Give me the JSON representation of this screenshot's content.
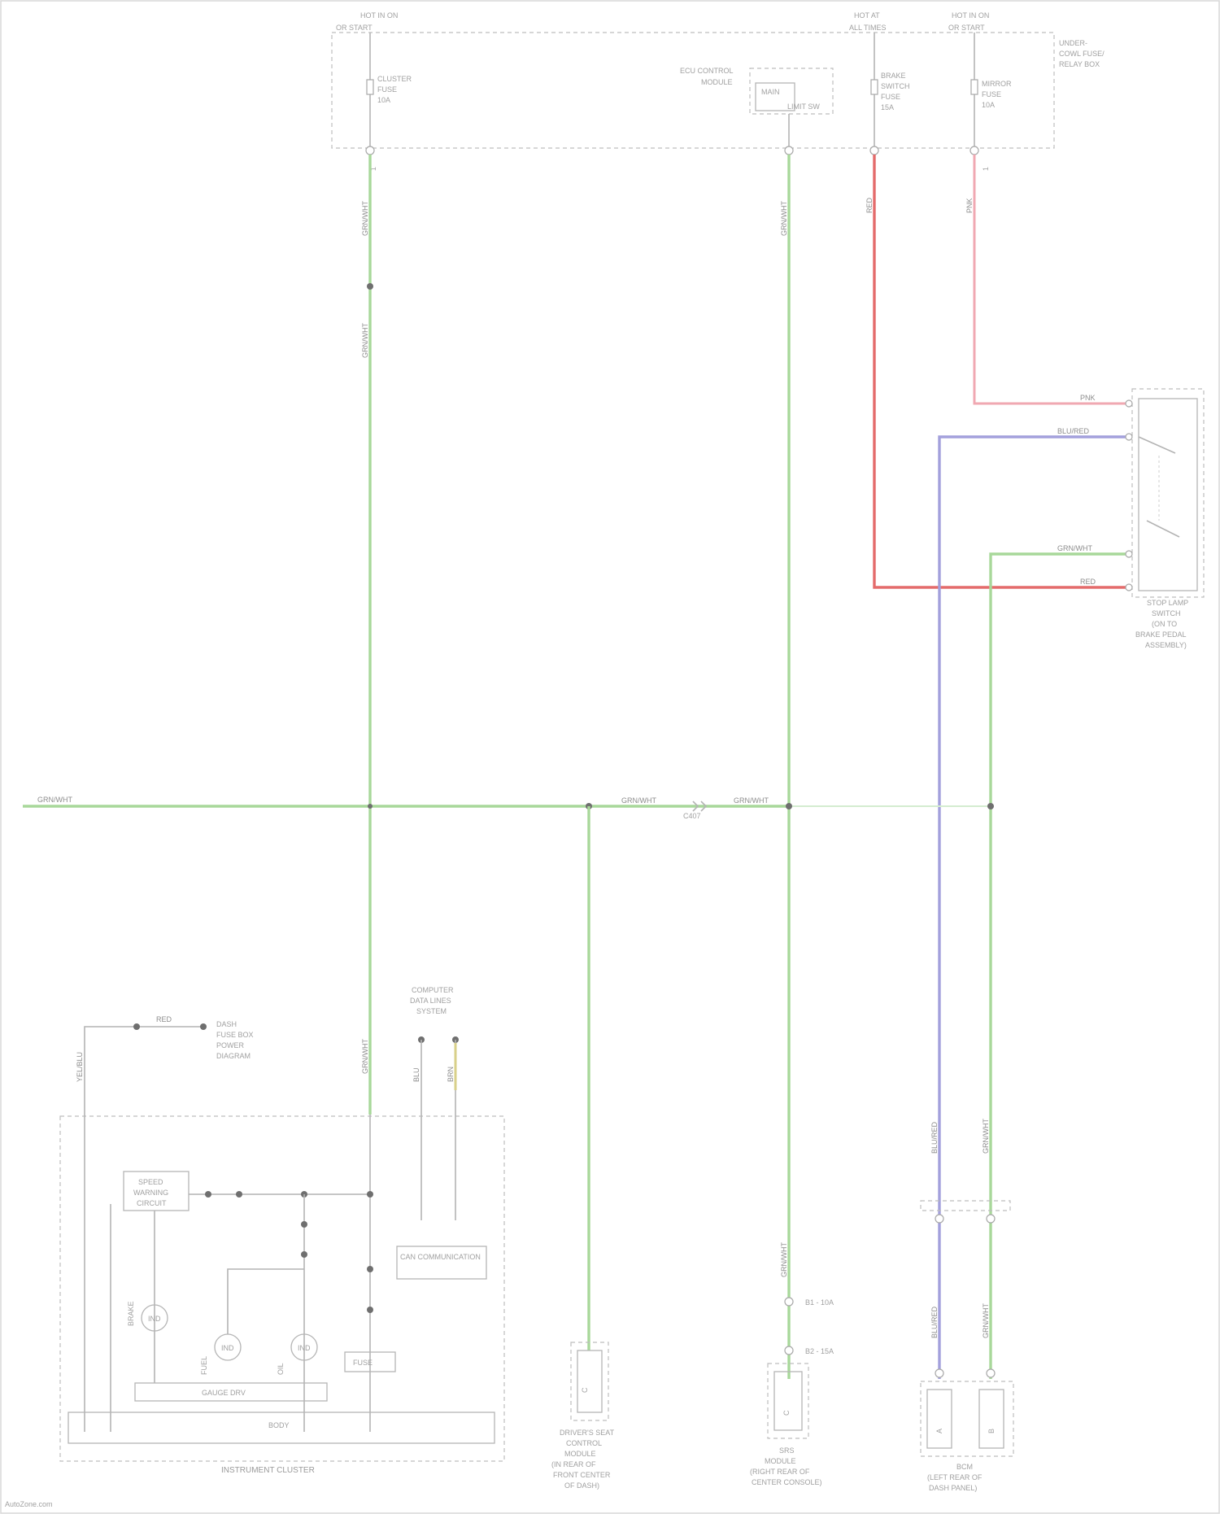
{
  "fuse_box": {
    "hot_left": "HOT IN ON",
    "hot_left_sub": "OR START",
    "hot_mid": "HOT AT",
    "hot_mid_sub": "ALL TIMES",
    "hot_right": "HOT IN ON",
    "hot_right_sub": "OR START",
    "name_line1": "UNDER-",
    "name_line2": "COWL FUSE/",
    "name_line3": "RELAY BOX",
    "fuse_left": {
      "l1": "CLUSTER",
      "l2": "FUSE",
      "l3": "10A"
    },
    "fuse_mid": {
      "l1": "BRAKE",
      "l2": "SWITCH",
      "l3": "FUSE",
      "l4": "15A"
    },
    "fuse_right": {
      "l1": "MIRROR",
      "l2": "FUSE",
      "l3": "10A"
    },
    "module": {
      "l1": "ECU CONTROL",
      "l2": "MODULE",
      "inner": "MAIN",
      "pin": "LIMIT SW"
    },
    "pins": {
      "left": "1",
      "right": "1"
    }
  },
  "wires": {
    "left_1": "GRN/WHT",
    "left_2": "GRN/WHT",
    "left_3": "GRN/WHT",
    "module_1": "GRN/WHT",
    "module_2": "GRN/WHT",
    "red_top": "RED",
    "red_right": "RED",
    "pink_top": "PNK",
    "pink_right": "PNK",
    "purple_right": "BLU/RED",
    "purple_1": "BLU/RED",
    "purple_2": "BLU/RED",
    "switch_right": "GRN/WHT",
    "switch_1": "GRN/WHT",
    "switch_2": "GRN/WHT",
    "bus_left": "GRN/WHT",
    "bus_mid": "GRN/WHT",
    "bus_right": "GRN/WHT",
    "bus_connector": "C407"
  },
  "stop_switch": {
    "l1": "STOP LAMP",
    "l2": "SWITCH",
    "l3": "(ON TO",
    "l4": "BRAKE PEDAL",
    "l5": "ASSEMBLY)"
  },
  "cluster": {
    "red_label": "RED",
    "ref": {
      "l1": "DASH",
      "l2": "FUSE BOX",
      "l3": "POWER",
      "l4": "DIAGRAM"
    },
    "left_wire": "YEL/BLU",
    "conn": {
      "l1": "COMPUTER",
      "l2": "DATA LINES",
      "l3": "SYSTEM"
    },
    "conn_wire_1": "BLU",
    "conn_wire_2": "BRN",
    "module": {
      "l1": "SPEED",
      "l2": "WARNING",
      "l3": "CIRCUIT"
    },
    "gauge1": "IND",
    "gauge2": "IND",
    "gauge3": "IND",
    "gauge1_side": "BRAKE",
    "gauge2_side": "FUEL",
    "gauge3_side": "OIL",
    "small_box": "FUSE",
    "logic_box": "CAN COMMUNICATION",
    "gauge_bar": "GAUGE DRV",
    "ground_bar": "BODY",
    "name": "INSTRUMENT CLUSTER"
  },
  "connectors": {
    "left": {
      "pin": "C",
      "l1": "DRIVER'S SEAT",
      "l2": "CONTROL",
      "l3": "MODULE",
      "l4": "(IN REAR OF",
      "l5": "FRONT CENTER",
      "l6": "OF DASH)"
    },
    "mid": {
      "ref1": "B1 - 10A",
      "ref2": "B2 - 15A",
      "pin": "C",
      "l1": "SRS",
      "l2": "MODULE",
      "l3": "(RIGHT REAR OF",
      "l4": "CENTER CONSOLE)"
    },
    "right": {
      "pin1": "A",
      "pin2": "B",
      "l1": "BCM",
      "l2": "(LEFT REAR OF",
      "l3": "DASH PANEL)"
    }
  },
  "footer": "AutoZone.com"
}
